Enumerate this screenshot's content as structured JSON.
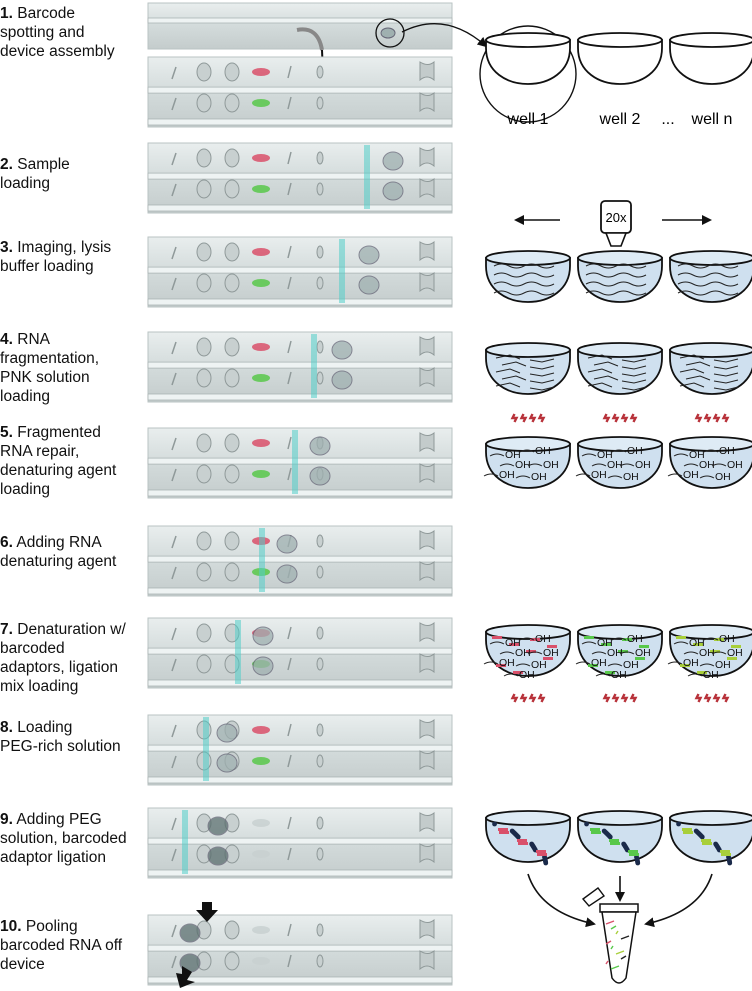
{
  "steps": [
    {
      "num": "1.",
      "lines": [
        "Barcode",
        "spotting and",
        "device assembly"
      ]
    },
    {
      "num": "2.",
      "lines": [
        "Sample",
        "loading"
      ]
    },
    {
      "num": "3.",
      "lines": [
        "Imaging, lysis",
        "buffer loading"
      ]
    },
    {
      "num": "4.",
      "lines": [
        "RNA",
        "fragmentation,",
        "PNK solution",
        "loading"
      ]
    },
    {
      "num": "5.",
      "lines": [
        "Fragmented",
        "RNA repair,",
        "denaturing agent",
        "loading"
      ]
    },
    {
      "num": "6.",
      "lines": [
        "Adding RNA",
        "denaturing agent"
      ]
    },
    {
      "num": "7.",
      "lines": [
        "Denaturation w/",
        "barcoded",
        "adaptors, ligation",
        "mix loading"
      ]
    },
    {
      "num": "8.",
      "lines": [
        "Loading",
        "PEG-rich solution"
      ]
    },
    {
      "num": "9.",
      "lines": [
        "Adding PEG",
        "solution, barcoded",
        "adaptor ligation"
      ]
    },
    {
      "num": "10.",
      "lines": [
        "Pooling",
        "barcoded RNA off",
        "device"
      ]
    }
  ],
  "wells": {
    "labels": [
      "well 1",
      "well 2",
      "well n"
    ],
    "ellipsis": "...",
    "group_label": "OH"
  },
  "microscope": {
    "magnification": "20x"
  },
  "colors": {
    "liquid": "#cfe0ef",
    "barcode_red": "#d9506a",
    "barcode_green": "#58c84a",
    "barcode_lime": "#a8cf3a",
    "dye_cyan": "#52cdc8",
    "heat": "#b8323a",
    "device_glass": "#d6dede"
  }
}
